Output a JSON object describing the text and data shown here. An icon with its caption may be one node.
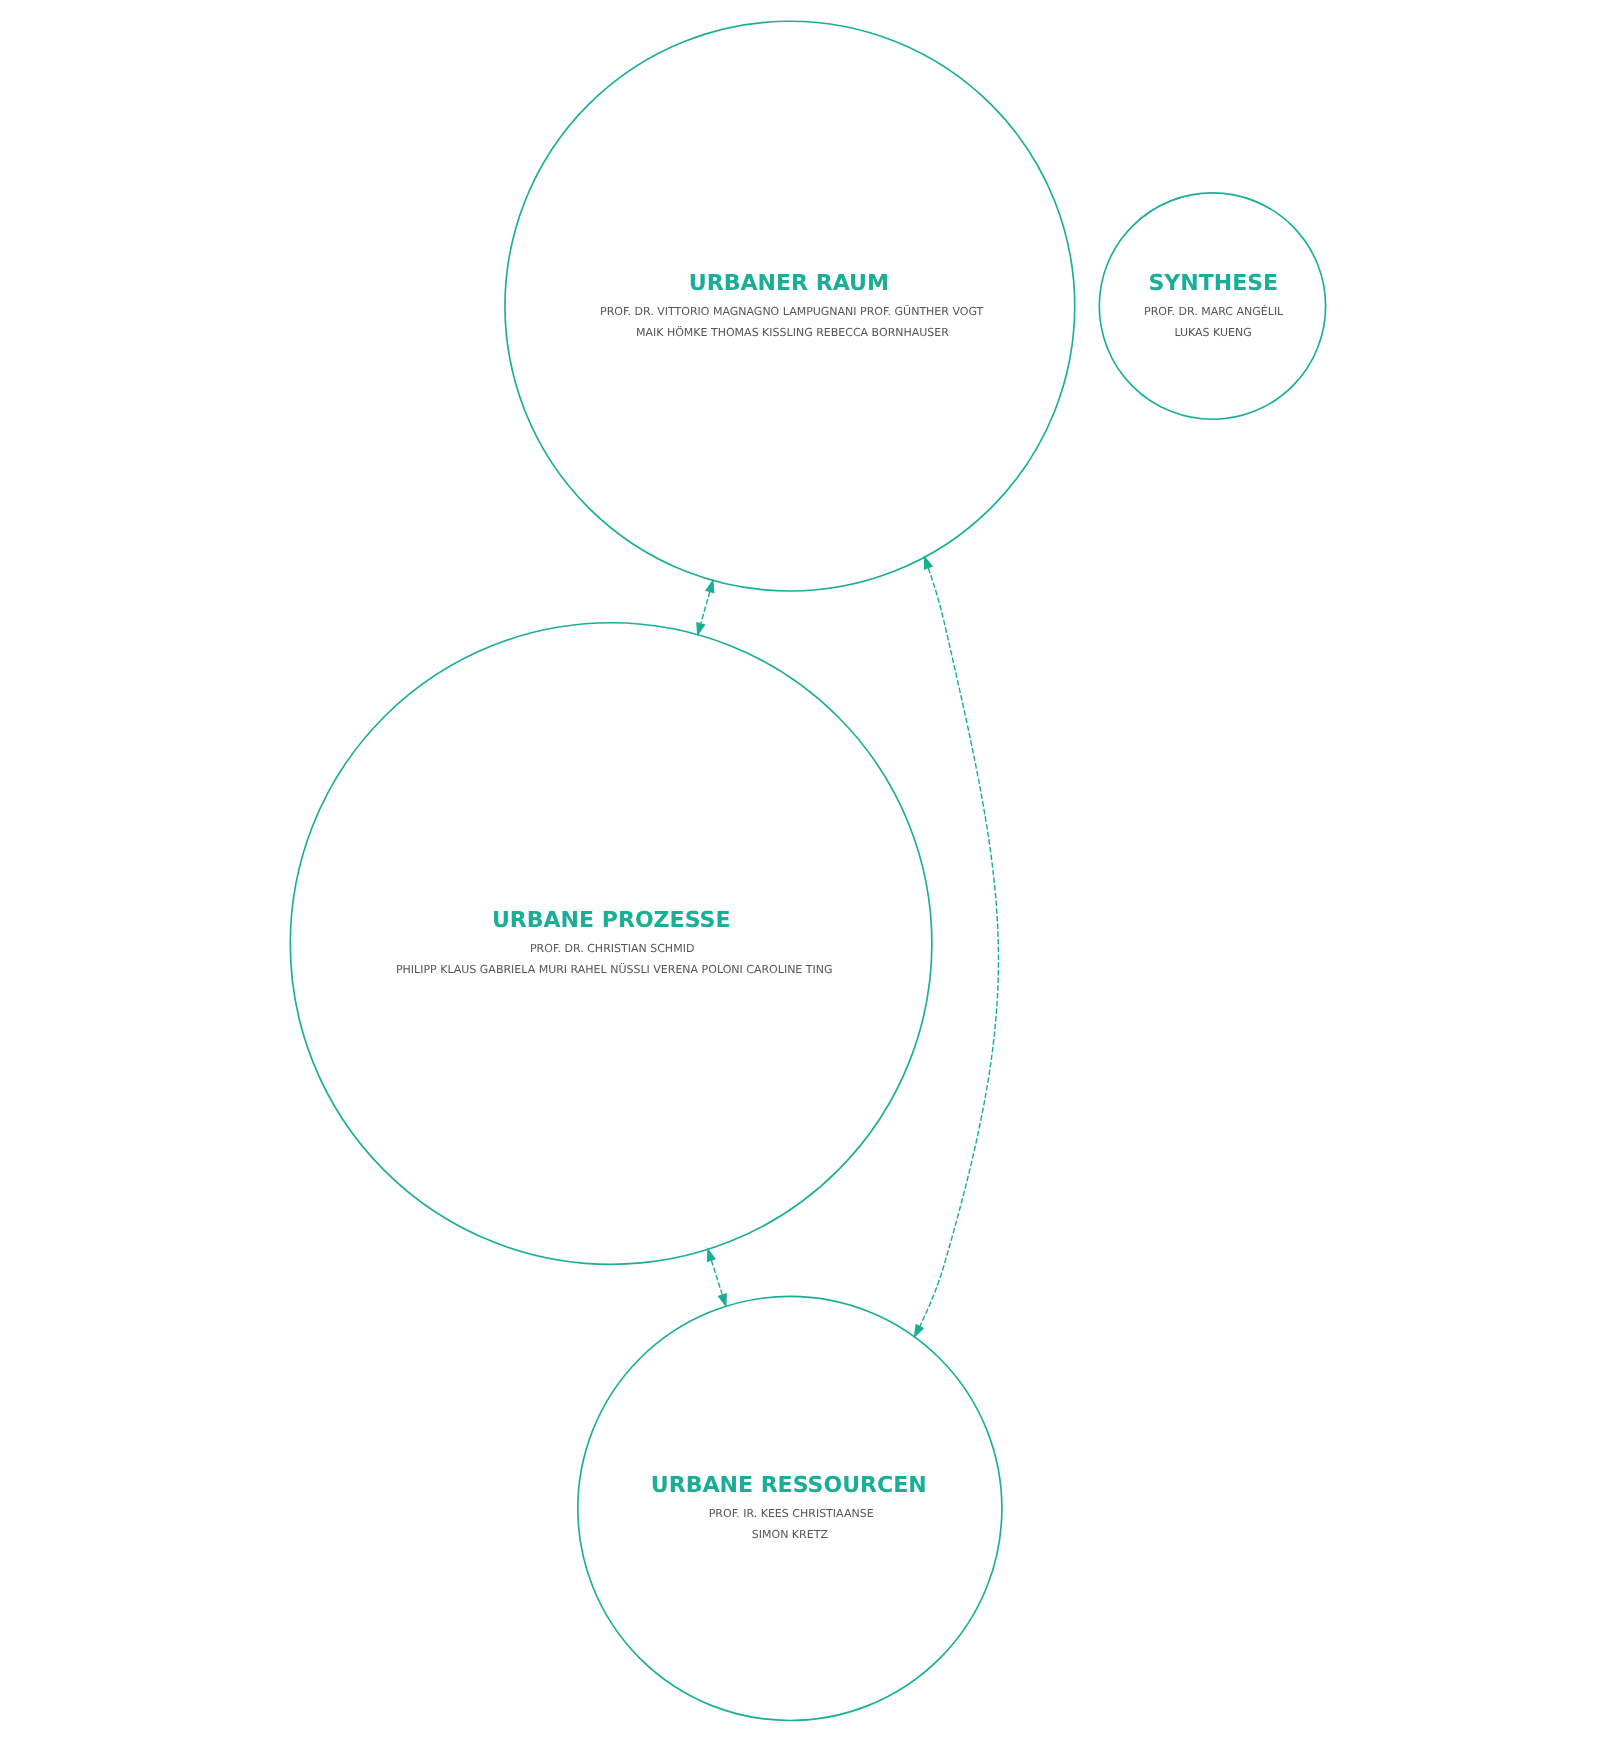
{
  "diagram": {
    "nodes": [
      {
        "text": [
          "URBANER RAUM",
          "PROF. DR. VITTORIO MAGNAGNO LAMPUGNANI PROF. GÜNTHER VOGT",
          "MAIK HÖMKE THOMAS KISSLING REBECCA BORNHAUSER"
        ]
      },
      {
        "text": [
          "SYNTHESE",
          "PROF. DR. MARC ANGÉLIL",
          "LUKAS KUENG"
        ]
      },
      {
        "text": [
          "URBANE PROZESSE",
          "PROF. DR. CHRISTIAN SCHMID",
          "PHILIPP KLAUS GABRIELA MURI RAHEL NÜSSLI VERENA POLONI CAROLINE TING"
        ]
      },
      {
        "text": [
          "URBANE RESSOURCEN",
          "PROF. IR. KEES CHRISTIAANSE",
          "SIMON KRETZ"
        ]
      }
    ],
    "edges": [
      {
        "from": 0,
        "to": 2,
        "arrow": "both",
        "style": "dashed"
      },
      {
        "from": 2,
        "to": 3,
        "arrow": "both",
        "style": "dashed"
      },
      {
        "from": 0,
        "to": 3,
        "arrow": "both",
        "style": "dashed"
      }
    ]
  }
}
